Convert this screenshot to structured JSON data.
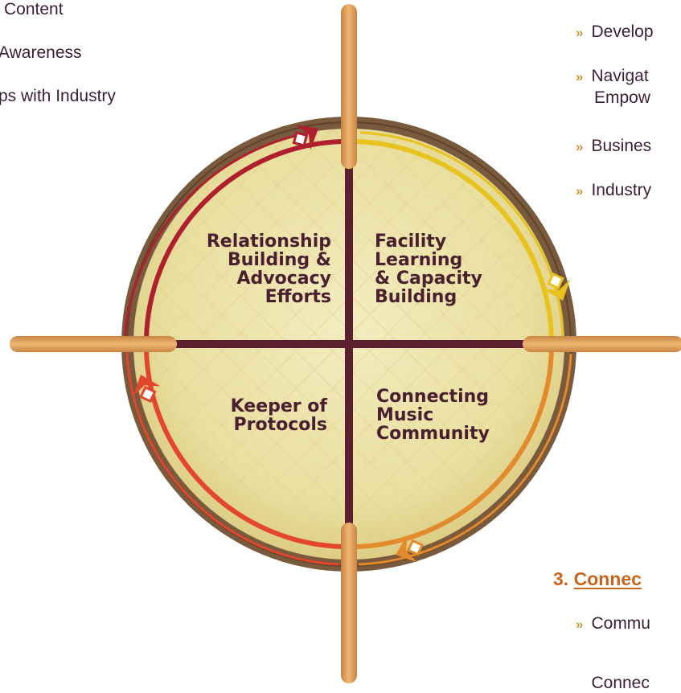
{
  "left_column": {
    "fragments": [
      "Content",
      "Awareness",
      "ps with Industry"
    ]
  },
  "right_column": {
    "bullets": [
      {
        "lines": [
          "Develop"
        ]
      },
      {
        "lines": [
          "Navigat",
          "Empow"
        ]
      },
      {
        "lines": [
          "Busines"
        ]
      },
      {
        "lines": [
          "Industry"
        ]
      }
    ],
    "section_number": "3.",
    "section_title": "Connec",
    "sub_bullets": [
      {
        "lines": [
          "Commu"
        ]
      },
      {
        "lines": [
          "Connec"
        ]
      }
    ]
  },
  "diagram": {
    "quadrants": [
      {
        "position": "top-left",
        "lines": [
          "Relationship",
          "Building &",
          "Advocacy",
          "Efforts"
        ]
      },
      {
        "position": "top-right",
        "lines": [
          "Facility",
          "Learning",
          "& Capacity",
          "Building"
        ]
      },
      {
        "position": "bottom-left",
        "lines": [
          "Keeper of",
          "Protocols"
        ]
      },
      {
        "position": "bottom-right",
        "lines": [
          "Connecting",
          "Music",
          "Community"
        ]
      }
    ],
    "colors": {
      "rim": "#7a5a3c",
      "drum_face": "#ede3a8",
      "crossbar": "#5a2030",
      "stick": "#e4a15a",
      "arc_red": "#b01f2e",
      "arc_yellow": "#e8c21e",
      "arc_orange": "#e38a2c",
      "arc_redorange": "#e2462c"
    }
  }
}
